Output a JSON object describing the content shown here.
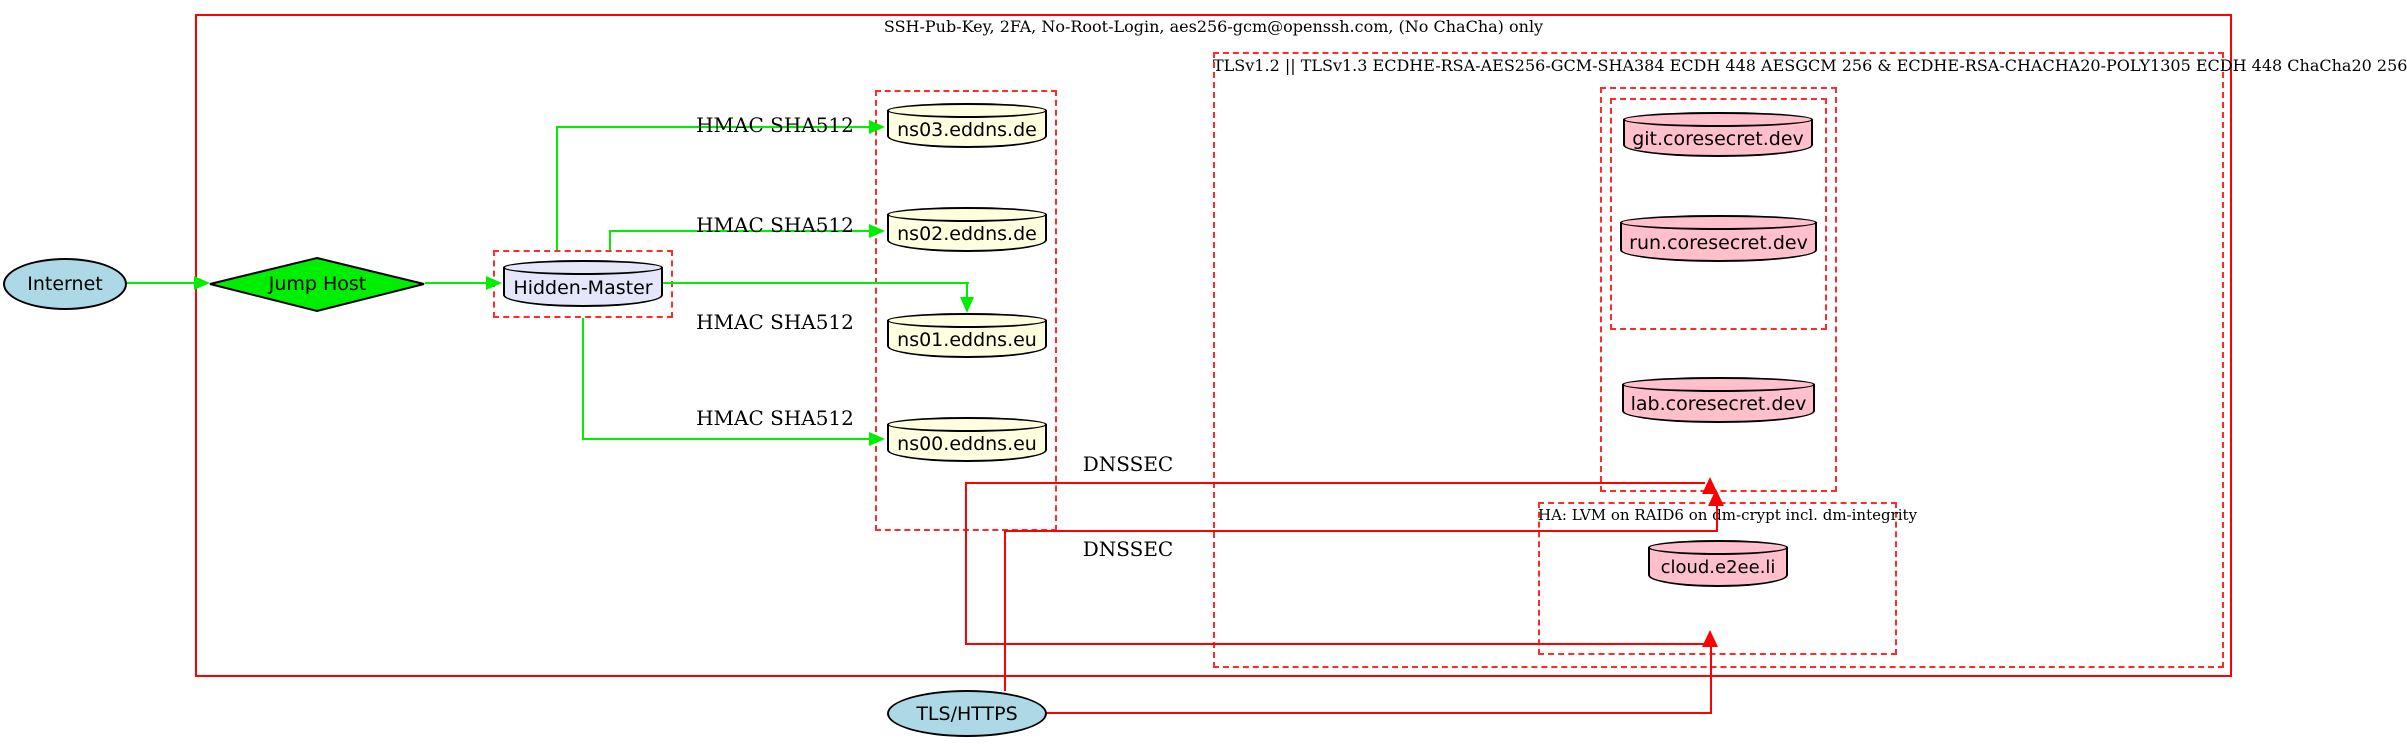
{
  "diagram": {
    "clusters": {
      "ssh_zone_label": "SSH-Pub-Key, 2FA, No-Root-Login, aes256-gcm@openssh.com, (No ChaCha) only",
      "tls_zone_label": "TLSv1.2 || TLSv1.3 ECDHE-RSA-AES256-GCM-SHA384 ECDH 448 AESGCM 256 & ECDHE-RSA-CHACHA20-POLY1305 ECDH 448 ChaCha20 256",
      "ha_zone_label": "HA: LVM on RAID6 on dm-crypt incl. dm-integrity"
    },
    "nodes": {
      "internet": "Internet",
      "jump_host": "Jump Host",
      "hidden_master": "Hidden-Master",
      "ns03": "ns03.eddns.de",
      "ns02": "ns02.eddns.de",
      "ns01": "ns01.eddns.eu",
      "ns00": "ns00.eddns.eu",
      "git": "git.coresecret.dev",
      "run": "run.coresecret.dev",
      "lab": "lab.coresecret.dev",
      "cloud": "cloud.e2ee.li",
      "tls_https": "TLS/HTTPS"
    },
    "edge_labels": {
      "hmac1": "HMAC SHA512",
      "hmac2": "HMAC SHA512",
      "hmac3": "HMAC SHA512",
      "hmac4": "HMAC SHA512",
      "dnssec1": "DNSSEC",
      "dnssec2": "DNSSEC"
    },
    "colors": {
      "edge_secure_green": "#00ee00",
      "edge_red": "#ff0000",
      "cluster_border_red": "#ff2a2a",
      "node_internet_fill": "#add8e6",
      "node_master_fill": "#e6e6fa",
      "node_dns_fill": "#ffffe0",
      "node_service_fill": "#ffc0cb",
      "jump_host_fill": "#00ee00"
    }
  }
}
